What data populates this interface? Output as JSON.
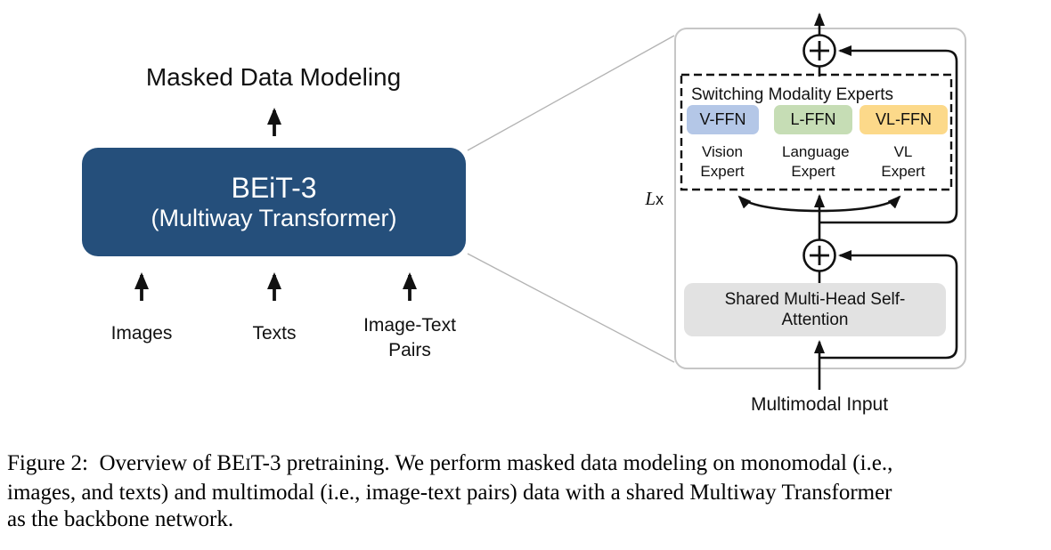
{
  "left_diagram": {
    "title": "Masked Data Modeling",
    "box_title": "BEiT-3",
    "box_subtitle": "(Multiway Transformer)",
    "box_color": "#254f7b",
    "inputs": [
      {
        "label": "Images"
      },
      {
        "label": "Texts"
      },
      {
        "label": "Image-Text Pairs"
      }
    ]
  },
  "transformer_block": {
    "layers_label": {
      "prefix": "L",
      "suffix": "x"
    },
    "experts_group_label": "Switching Modality Experts",
    "experts": [
      {
        "ffn": "V-FFN",
        "label": "Vision Expert",
        "color": "#b4c7e7"
      },
      {
        "ffn": "L-FFN",
        "label": "Language Expert",
        "color": "#c6ddb5"
      },
      {
        "ffn": "VL-FFN",
        "label": "VL Expert",
        "color": "#fcd98a"
      }
    ],
    "attention_label": "Shared Multi-Head Self-Attention",
    "input_label": "Multimodal Input",
    "add_symbol": "+"
  },
  "caption": {
    "line1_pre": "Figure 2:  Overview of BE",
    "line1_smallcap": "I",
    "line1_post": "T-3 pretraining. We perform masked data modeling on monomodal (i.e.,",
    "line2": "images, and texts) and multimodal (i.e., image-text pairs) data with a shared Multiway Transformer",
    "line3": "as the backbone network."
  }
}
